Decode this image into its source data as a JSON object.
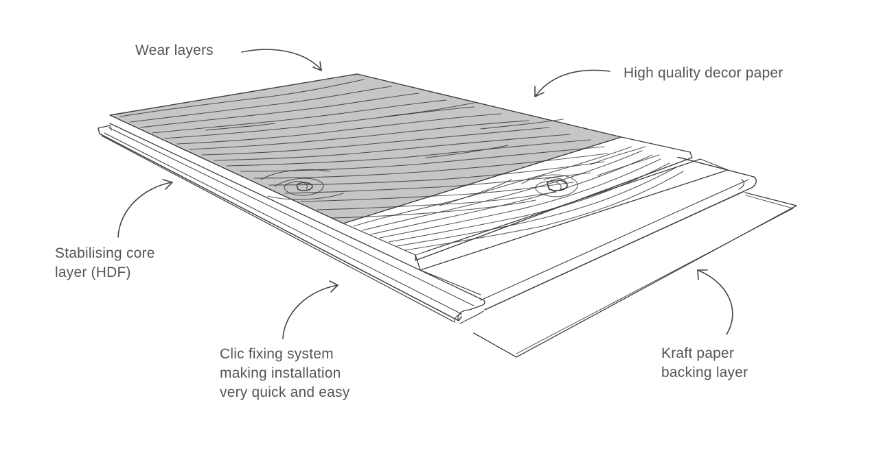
{
  "labels": {
    "wear_layers": "Wear layers",
    "decor_paper": "High quality decor paper",
    "core_layer": [
      "Stabilising core",
      "layer (HDF)"
    ],
    "clic_system": [
      "Clic fixing system",
      "making installation",
      "very quick and easy"
    ],
    "kraft_paper": [
      "Kraft paper",
      "backing layer"
    ]
  },
  "colors": {
    "wear_layer_fill": "#c6c6c6",
    "line": "#3d3d3d",
    "label_text": "#555555"
  }
}
